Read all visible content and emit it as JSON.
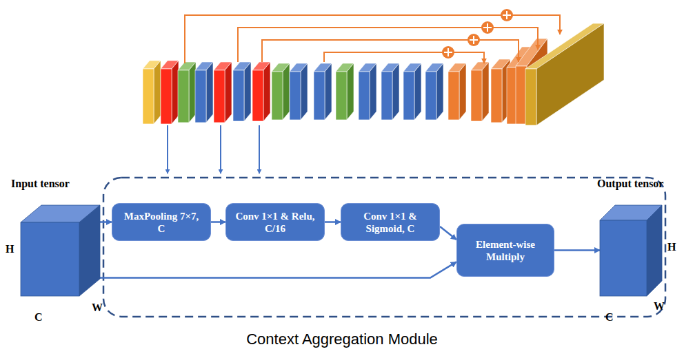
{
  "diagram": {
    "caption": "Context Aggregation Module",
    "nodes": [
      {
        "text": [
          "Input tensor",
          "H",
          "W",
          "C"
        ]
      },
      {
        "text": [
          "MaxPooling 7×7, C"
        ]
      },
      {
        "text": [
          "Conv 1×1 & Relu, C/16"
        ]
      },
      {
        "text": [
          "Conv 1×1 & Sigmoid, C"
        ]
      },
      {
        "text": [
          "Element-wise Multiply"
        ]
      },
      {
        "text": [
          "Output tensor",
          "H",
          "W",
          "C"
        ]
      }
    ],
    "edges": [
      {
        "from": 0,
        "to": 1,
        "arrow": "to"
      },
      {
        "from": 1,
        "to": 2,
        "arrow": "to"
      },
      {
        "from": 2,
        "to": 3,
        "arrow": "to"
      },
      {
        "from": 3,
        "to": 4,
        "arrow": "to"
      },
      {
        "from": 0,
        "to": 4,
        "arrow": "to"
      },
      {
        "from": 4,
        "to": 5,
        "arrow": "to"
      }
    ]
  }
}
